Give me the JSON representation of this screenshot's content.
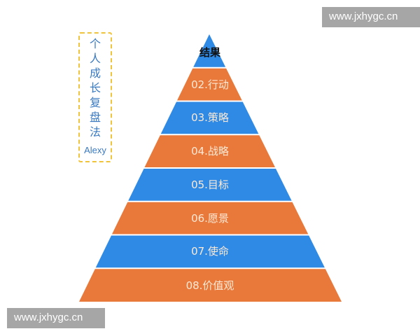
{
  "watermarks": {
    "top": "www.jxhygc.cn",
    "bottom": "www.jxhygc.cn"
  },
  "sidebar": {
    "title_chars": [
      "个",
      "人",
      "成",
      "长",
      "复",
      "盘",
      "法"
    ],
    "author": "Alexy",
    "border_color": "#f0c43a",
    "text_color": "#3a7ac2"
  },
  "pyramid": {
    "colors": {
      "blue": "#2f8ae6",
      "orange": "#e8793a"
    },
    "levels": [
      {
        "label": "结果",
        "color": "blue"
      },
      {
        "label": "02.行动",
        "color": "orange"
      },
      {
        "label": "03.策略",
        "color": "blue"
      },
      {
        "label": "04.战略",
        "color": "orange"
      },
      {
        "label": "05.目标",
        "color": "blue"
      },
      {
        "label": "06.愿景",
        "color": "orange"
      },
      {
        "label": "07.使命",
        "color": "blue"
      },
      {
        "label": "08.价值观",
        "color": "orange"
      }
    ]
  }
}
